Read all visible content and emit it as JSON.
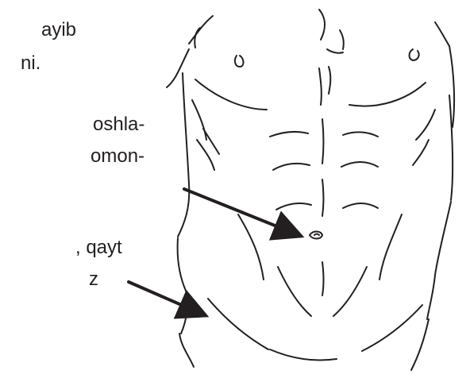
{
  "labels": {
    "line1": "ayib",
    "line2": "ni.",
    "line3": "oshla-",
    "line4": "omon-",
    "line5": ", qayt",
    "line6": "z"
  },
  "colors": {
    "ink": "#231f20",
    "background": "#ffffff"
  },
  "figure": {
    "subject": "torso-line-drawing",
    "arrows": [
      "navel-arrow",
      "lower-flank-arrow"
    ]
  }
}
